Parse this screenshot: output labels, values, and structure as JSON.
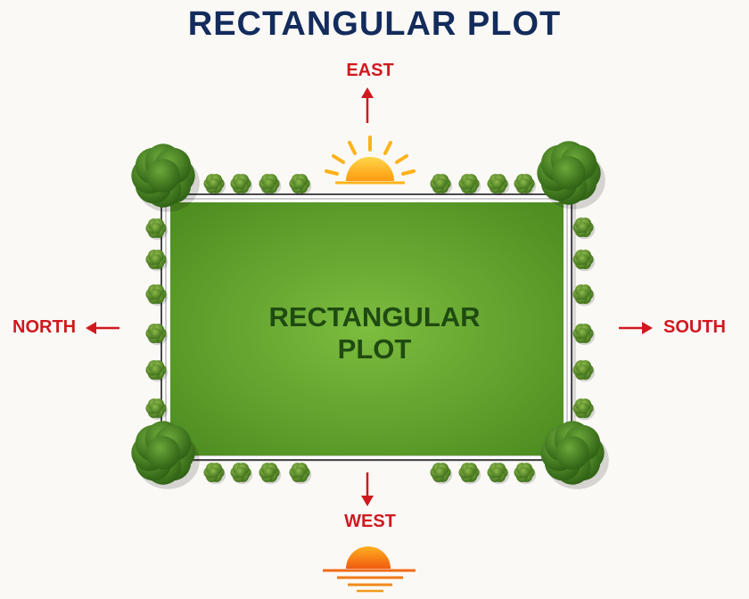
{
  "title": "RECTANGULAR PLOT",
  "directions": {
    "east": "EAST",
    "west": "WEST",
    "north": "NORTH",
    "south": "SOUTH"
  },
  "plot": {
    "label_line1": "RECTANGULAR",
    "label_line2": "PLOT"
  },
  "colors": {
    "title": "#132c5c",
    "direction": "#d0191e",
    "grass": "#6aa833",
    "grass_label": "#1f4a12",
    "fence": "#d8d8d8",
    "tree": "#3f7d1c",
    "sun": "#ffb21a"
  },
  "icons": [
    "sunrise-icon",
    "sunset-icon",
    "arrow-up-icon",
    "arrow-down-icon",
    "arrow-left-icon",
    "arrow-right-icon",
    "tree-icon",
    "shrub-icon"
  ]
}
